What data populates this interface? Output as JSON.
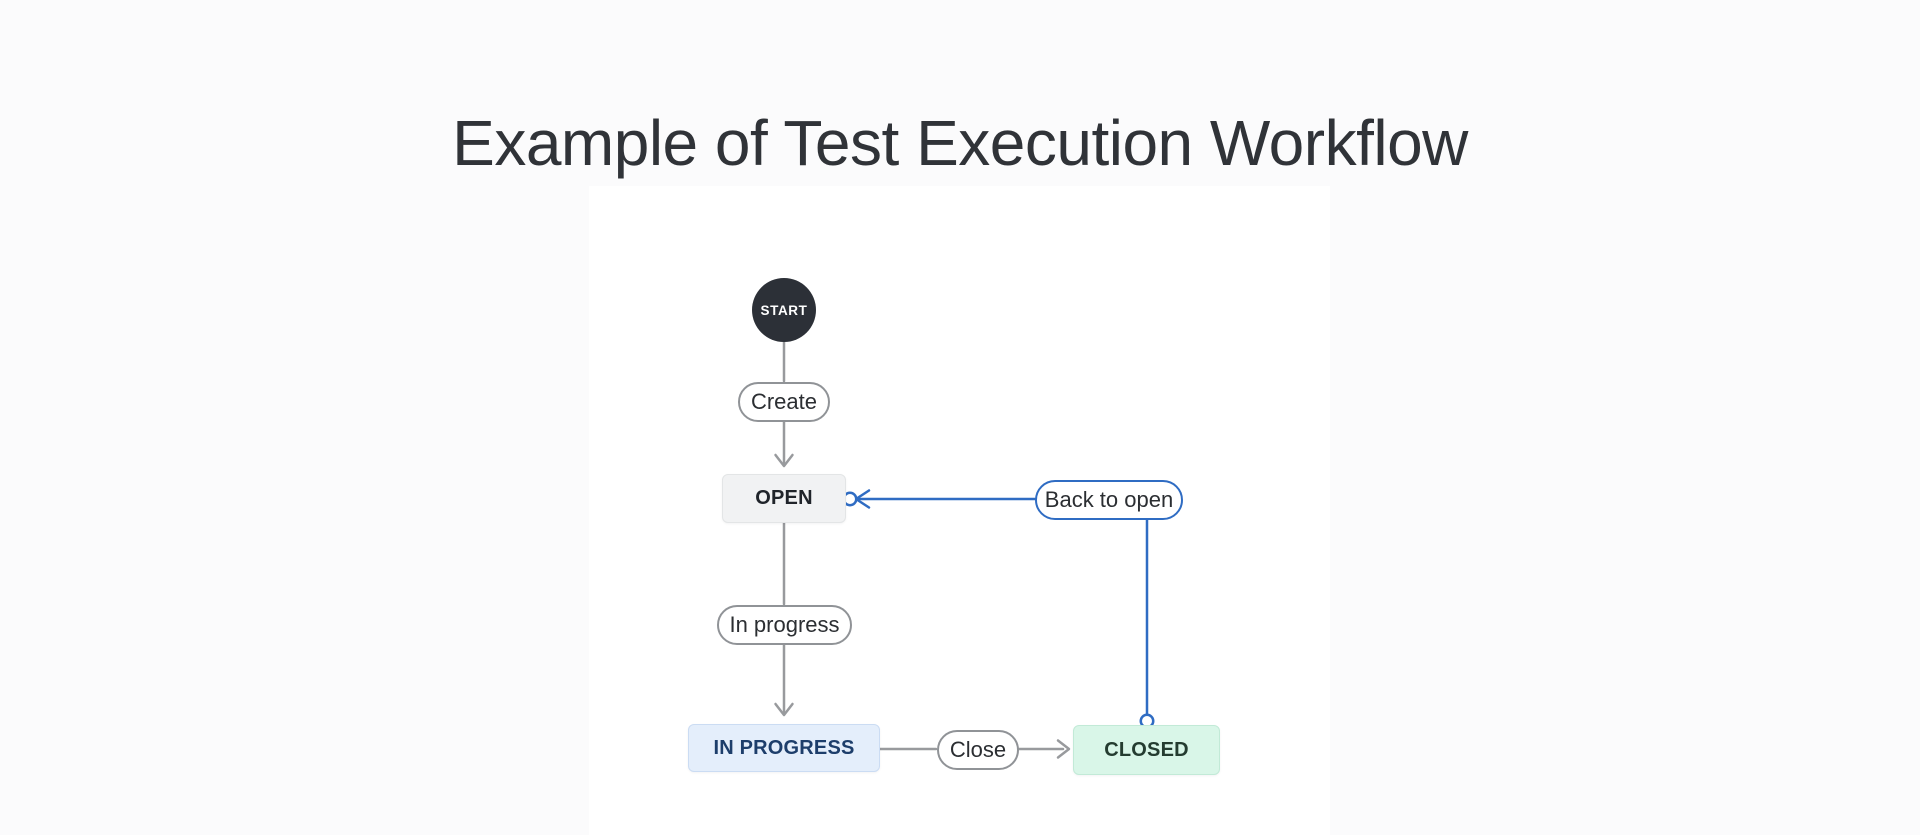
{
  "page": {
    "title": "Example of Test Execution Workflow"
  },
  "diagram": {
    "start": {
      "label": "START"
    },
    "statuses": [
      {
        "id": "open",
        "label": "OPEN"
      },
      {
        "id": "in_progress",
        "label": "IN PROGRESS"
      },
      {
        "id": "closed",
        "label": "CLOSED"
      }
    ],
    "transitions": [
      {
        "id": "create",
        "label": "Create",
        "from": "start",
        "to": "open"
      },
      {
        "id": "in_progress",
        "label": "In progress",
        "from": "open",
        "to": "in_progress"
      },
      {
        "id": "close",
        "label": "Close",
        "from": "in_progress",
        "to": "closed"
      },
      {
        "id": "back_to_open",
        "label": "Back to open",
        "from": "closed",
        "to": "open"
      }
    ],
    "colors": {
      "start_fill": "#2c3037",
      "open_fill": "#f1f2f3",
      "in_progress_fill": "#e4eefb",
      "in_progress_text": "#1d3e6b",
      "closed_fill": "#d9f6e8",
      "closed_text": "#243c30",
      "edge_gray": "#989a9d",
      "edge_blue": "#2f6cc3"
    }
  }
}
